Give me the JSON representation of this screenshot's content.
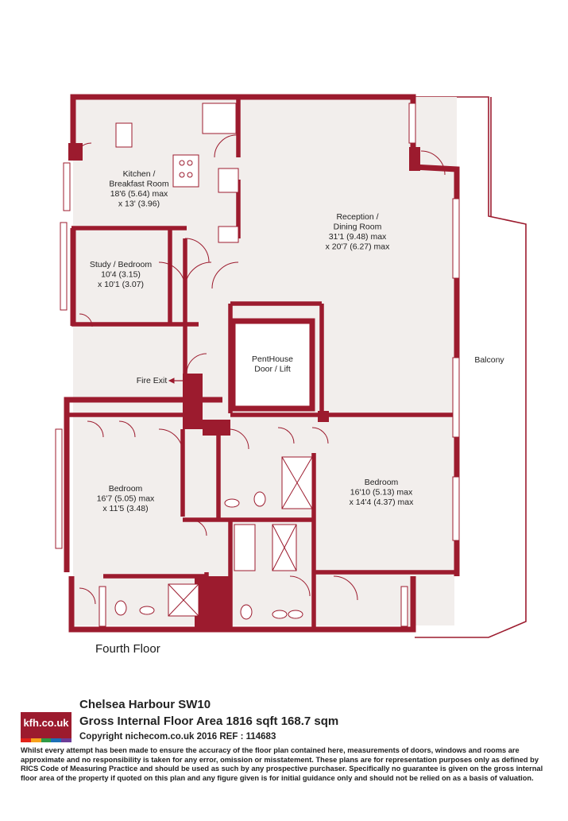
{
  "floorplan": {
    "colors": {
      "wall": "#9c1b2e",
      "floor": "#f2eeec",
      "fixture": "#ffffff"
    },
    "rooms": [
      {
        "id": "kitchen",
        "lines": [
          "Kitchen /",
          "Breakfast Room",
          "18'6 (5.64) max",
          "x 13' (3.96)"
        ]
      },
      {
        "id": "reception",
        "lines": [
          "Reception /",
          "Dining Room",
          "31'1 (9.48) max",
          "x 20'7 (6.27) max"
        ]
      },
      {
        "id": "study",
        "lines": [
          "Study / Bedroom",
          "10'4 (3.15)",
          "x 10'1 (3.07)"
        ]
      },
      {
        "id": "penthouse",
        "lines": [
          "PentHouse",
          "Door / Lift"
        ]
      },
      {
        "id": "balcony",
        "lines": [
          "Balcony"
        ]
      },
      {
        "id": "fire-exit",
        "lines": [
          "Fire Exit"
        ]
      },
      {
        "id": "bedroom-left",
        "lines": [
          "Bedroom",
          "16'7 (5.05) max",
          "x 11'5 (3.48)"
        ]
      },
      {
        "id": "bedroom-right",
        "lines": [
          "Bedroom",
          "16'10 (5.13) max",
          "x 14'4 (4.37) max"
        ]
      }
    ],
    "floor_label": "Fourth Floor"
  },
  "footer": {
    "logo_text": "kfh.co.uk",
    "logo_bar_colors": [
      "#e2231a",
      "#f7a21b",
      "#2e9a46",
      "#1c6fb6",
      "#6c3c97"
    ],
    "property_name": "Chelsea Harbour SW10",
    "floor_area": "Gross Internal Floor Area 1816 sqft 168.7 sqm",
    "copyright": "Copyright nichecom.co.uk 2016 REF : 114683",
    "disclaimer": "Whilst every attempt has been made to ensure the accuracy of the floor plan contained here, measurements of doors, windows and rooms are approximate and no responsibility is taken for any error, omission or misstatement.  These plans are for representation purposes only as defined by RICS Code of Measuring Practice and should be used as such by any prospective purchaser.  Specifically no guarantee is given on the gross internal floor area of the property if quoted on this plan and any figure given is for initial guidance only and should not be relied on as a basis of valuation."
  }
}
